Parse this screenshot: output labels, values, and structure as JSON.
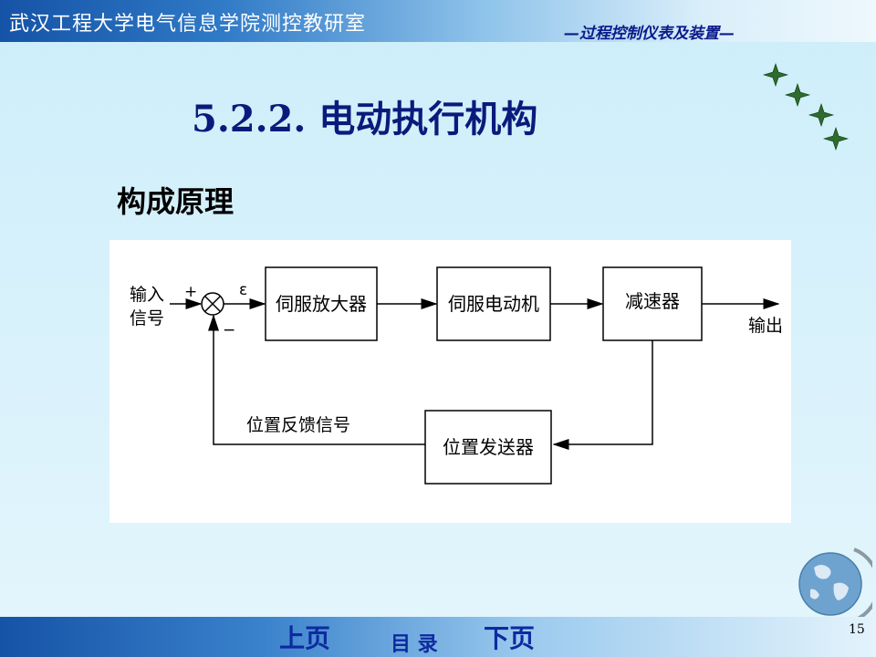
{
  "header": {
    "org_name": "武汉工程大学电气信息学院测控教研室",
    "course_title": "—过程控制仪表及装置—"
  },
  "slide": {
    "title": "5.2.2. 电动执行机构",
    "subtitle": "构成原理",
    "page_number": "15"
  },
  "diagram": {
    "input_label_line1": "输入",
    "input_label_line2": "信号",
    "plus_sign": "+",
    "minus_sign": "−",
    "error_symbol": "ε",
    "blocks": {
      "servo_amplifier": "伺服放大器",
      "servo_motor": "伺服电动机",
      "reducer": "减速器",
      "position_transmitter": "位置发送器"
    },
    "output_label": "输出",
    "feedback_label": "位置反馈信号"
  },
  "nav": {
    "prev": "上页",
    "toc": "目 录",
    "next": "下页"
  },
  "colors": {
    "title": "#0a1a7c",
    "nav": "#0d2aa0",
    "star": "#2e6b2e"
  }
}
